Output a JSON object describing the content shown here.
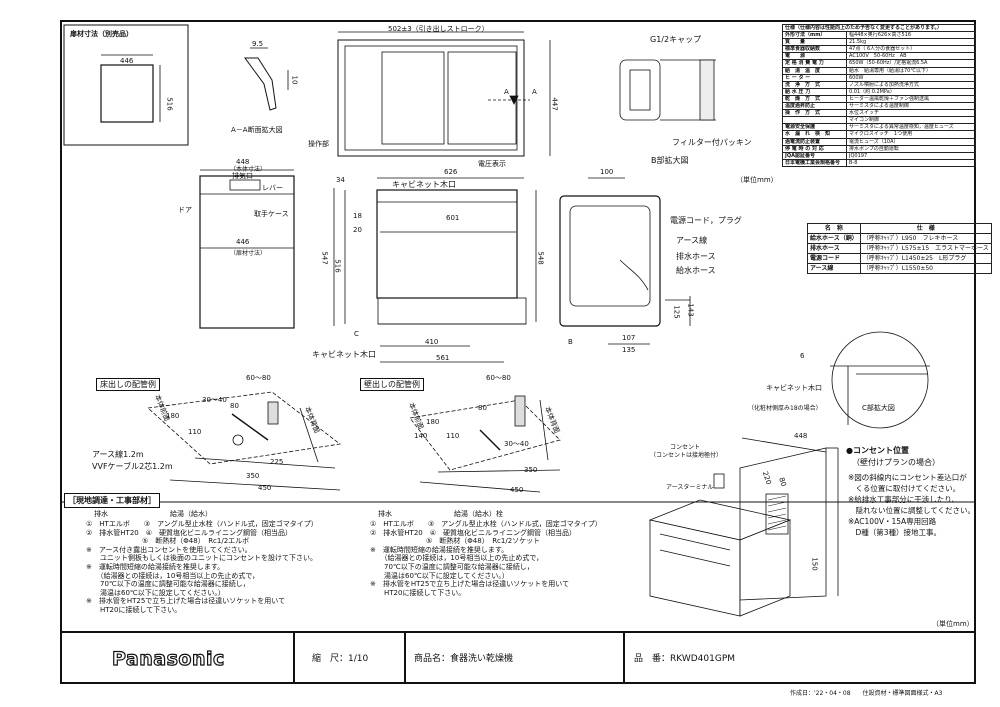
{
  "material_size": {
    "title": "扉材寸法（別売品）",
    "width": "446",
    "height": "516"
  },
  "section_aa": {
    "title": "A－A断面拡大図",
    "dim_top": "9.5",
    "dim_side": "10"
  },
  "top_view": {
    "dim_stroke": "502±3（引き出しストローク）",
    "dim_depth": "447",
    "label_panel": "操作部",
    "label_voltage": "電圧表示",
    "label_a": "A"
  },
  "g_detail": {
    "title": "G1/2キャップ",
    "label_filter": "フィルター付パッキン",
    "label_detail": "B部拡大図"
  },
  "units_label": "（単位mm）",
  "front_view": {
    "dim_width_top": "448",
    "dim_width_note": "（本体寸法）",
    "label_vent": "排気口",
    "label_lever": "レバー",
    "label_door": "ドア",
    "label_handle": "取手ケース",
    "dim_width_bottom": "446",
    "dim_width_note2": "（扉材寸法）"
  },
  "side_view": {
    "dim_top": "626",
    "label_cabinet_top": "キャビネット木口",
    "dim_34": "34",
    "dim_18": "18",
    "dim_20": "20",
    "dim_601": "601",
    "dim_547": "547",
    "dim_516": "516",
    "dim_548": "548",
    "dim_410": "410",
    "dim_561": "561",
    "label_c": "C",
    "label_cabinet_bottom": "キャビネット木口"
  },
  "rear_view": {
    "dim_100": "100",
    "label_cord": "電源コード，プラグ",
    "label_earth": "アース線",
    "label_drain": "排水ホース",
    "label_supply": "給水ホース",
    "dim_107": "107",
    "dim_135": "135",
    "dim_125": "125",
    "dim_143": "143",
    "label_b": "B"
  },
  "c_detail": {
    "label_cabinet": "キャビネット木口",
    "dim_6": "6",
    "note": "（化粧材側厚み18の場合）",
    "title": "C部拡大図"
  },
  "floor_example": {
    "title": "床出しの配管例",
    "dims": [
      "30～40",
      "60～80",
      "80",
      "225",
      "350",
      "450",
      "110",
      "180"
    ],
    "labels": [
      "アース線1.2m",
      "VVFケーブル2芯1.2m",
      "本体前面",
      "本体背面"
    ]
  },
  "wall_example": {
    "title": "壁出しの配管例",
    "dims": [
      "60～80",
      "30～40",
      "80",
      "350",
      "450",
      "140",
      "110",
      "180"
    ],
    "labels": [
      "本体前面",
      "本体背面"
    ]
  },
  "outlet": {
    "title": "●コンセント位置",
    "subtitle": "（壁付けプランの場合）",
    "label_outlet": "コンセント",
    "label_outlet_note": "（コンセントは接地極付）",
    "label_earth_terminal": "アースターミナル",
    "dims": [
      "448",
      "220",
      "80",
      "150"
    ],
    "notes": [
      "※図の斜線内にコンセント差込口が",
      "　くる位置に取付けてください。",
      "※給排水工事部分に干渉したり、",
      "　隠れない位置に調整してください。",
      "※AC100V・15A専用回路",
      "　D種（第3種）接地工事。"
    ],
    "units": "（単位mm）"
  },
  "site_parts": {
    "title": "［現地調達・工事部材］",
    "left": {
      "head_drain": "排水",
      "head_supply": "給湯（給水）",
      "lines": [
        "①　HTエルボ　　③　アングル型止水栓（ハンドル式，固定ゴマタイプ）",
        "②　排水管HT20　④　硬質塩化ビニルライニング鋼管（相当品）",
        "　　　　　　　　⑤　断熱材（Φ48）　Rc1/2エルボ",
        "※　アース付き露出コンセントを使用してください。",
        "　　ユニット側板もしくは後面のユニットにコンセントを設けて下さい。",
        "※　運転時間短縮の給湯接続を推奨します。",
        "　　（給湯器との接続は，10号相当以上の先止め式で，",
        "　　70℃以下の温度に調整可能な給湯器に接続し，",
        "　　湯温は60℃以下に設定してください。）",
        "※　排水管をHT25で立ち上げた場合は径違いソケットを用いて",
        "　　HT20に接続して下さい。"
      ]
    },
    "right": {
      "head_drain": "排水",
      "head_supply": "給湯（給水）栓",
      "lines": [
        "①　HTエルボ　　③　アングル型止水栓（ハンドル式，固定ゴマタイプ）",
        "②　排水管HT20　④　硬質塩化ビニルライニング鋼管（相当品）",
        "　　　　　　　　⑤　断熱材（Φ48）　Rc1/2ソケット",
        "※　運転時間短縮の給湯接続を推奨します。",
        "　　（給湯器との接続は，10号相当以上の先止め式で，",
        "　　70℃以下の温度に調整可能な給湯器に接続し，",
        "　　湯温は60℃以下に設定してください。）",
        "※　排水管をHT25で立ち上げた場合は径違いソケットを用いて",
        "　　HT20に接続して下さい。"
      ]
    }
  },
  "spec_table": {
    "title": "仕様（仕様内容は性能向上のため予告なく変更することがあります。）",
    "rows": [
      [
        "外形寸法（mm）",
        "幅448×奥行626×高さ516"
      ],
      [
        "質　　量",
        "21.5kg"
      ],
      [
        "標準食器収納数",
        "47点（ 6人分の食器セット）"
      ],
      [
        "電　　源",
        "AC100V　50-60Hz　AB"
      ],
      [
        "定 格 消 費 電 力",
        "650W（50-60Hz）/定格電流6.5A"
      ],
      [
        "給　湯　温　度",
        "給水　給湯専用（給湯は70℃以下）"
      ],
      [
        "ヒ ー タ ー",
        "600W"
      ],
      [
        "洗　浄　方　式",
        "ノズル噴射による加熱洗浄方式"
      ],
      [
        "給 水 圧 力",
        "0.01（約 0.2MPa）"
      ],
      [
        "乾　燥　方　式",
        "ヒーター温風乾燥＋ファン強制送風"
      ],
      [
        "温度過昇防止",
        "サーミスタによる温度制御"
      ],
      [
        "操　作　方　式",
        "水位スイッチ"
      ],
      [
        "",
        "マイコン制御"
      ],
      [
        "電源安全保護",
        "サーミスタによる異常温度検知，温度ヒューズ"
      ],
      [
        "水　漏　れ　検　知",
        "マイクロスイッチ　1つ使用"
      ],
      [
        "過電流防止装置",
        "電流ヒューズ（10A）"
      ],
      [
        "停 電 時 の 対 応",
        "排水ポンプの自動運転"
      ],
      [
        "JQA認証番号",
        "JQ0197"
      ],
      [
        "日本電機工業会規格番号",
        "B-8"
      ]
    ],
    "parts_head": [
      "名　称",
      "仕　様"
    ],
    "parts": [
      [
        "給水ホース（銅）",
        "（呼称ｷｬｯﾌﾟ）L950　フレキホース"
      ],
      [
        "排水ホース",
        "（呼称ｷｬｯﾌﾟ）L575±15　エラストマーホース"
      ],
      [
        "電源コード",
        "（呼称ｷｬｯﾌﾟ）L1450±25　L形プラグ"
      ],
      [
        "アース線",
        "（呼称ｷｬｯﾌﾟ）L1550±50"
      ]
    ]
  },
  "title_block": {
    "logo": "Panasonic",
    "scale": "縮　尺：1/10",
    "product": "商品名：食器洗い乾燥機",
    "model": "品　番：RKWD401GPM"
  },
  "footer": "作成日：'22・04・08　　住設資材・標準図面様式・A3"
}
